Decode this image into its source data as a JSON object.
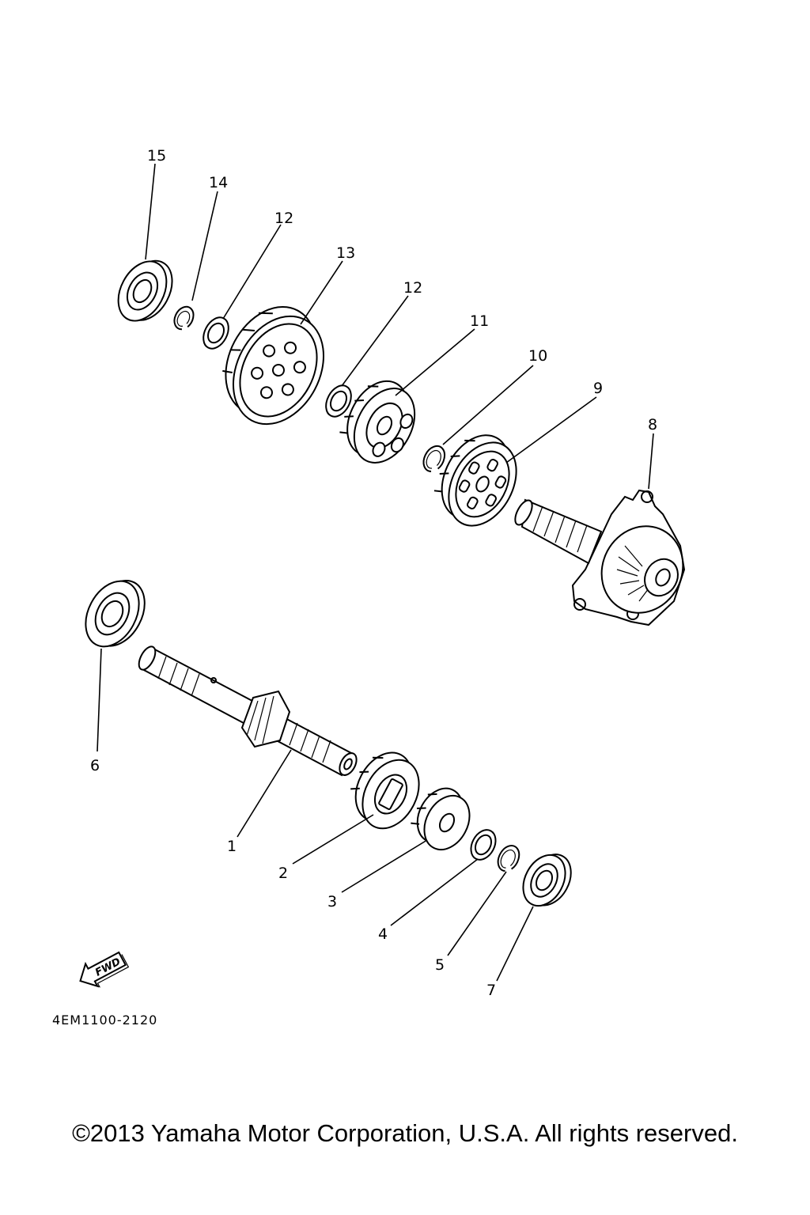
{
  "diagram": {
    "part_code": "4EM1100-2120",
    "fwd_label": "FWD",
    "callouts": {
      "c1": "1",
      "c2": "2",
      "c3": "3",
      "c4": "4",
      "c5": "5",
      "c6": "6",
      "c7": "7",
      "c8": "8",
      "c9": "9",
      "c10": "10",
      "c11": "11",
      "c12a": "12",
      "c12b": "12",
      "c13": "13",
      "c14": "14",
      "c15": "15"
    }
  },
  "footer": {
    "copyright": "©2013 Yamaha Motor Corporation, U.S.A. All rights reserved."
  }
}
